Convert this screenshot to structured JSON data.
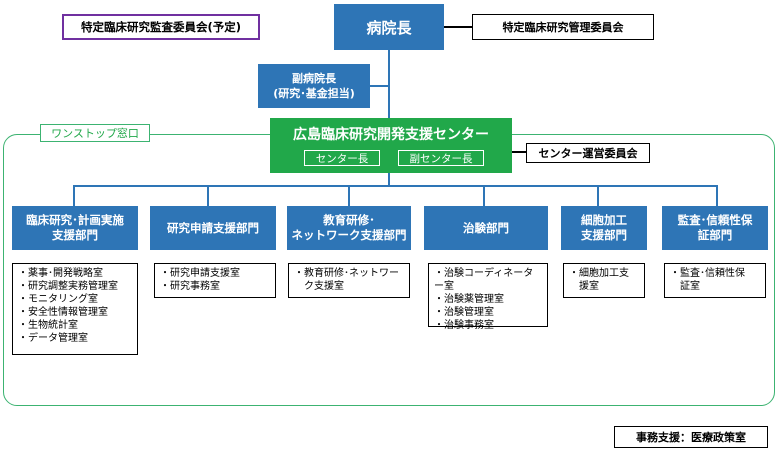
{
  "top": {
    "audit_committee": "特定臨床研究監査委員会(予定)",
    "hospital_director": "病院長",
    "management_committee": "特定臨床研究管理委員会",
    "vice_director_line1": "副病院長",
    "vice_director_line2": "(研究･基金担当)"
  },
  "center": {
    "one_stop_label": "ワンストップ窓口",
    "title": "広島臨床研究開発支援センター",
    "director": "センター長",
    "vice_director": "副センター長",
    "steering_committee": "センター運営委員会"
  },
  "departments": [
    {
      "line1": "臨床研究･計画実施",
      "line2": "支援部門",
      "items": [
        "・薬事･開発戦略室",
        "・研究調整実務管理室",
        "・モニタリング室",
        "・安全性情報管理室",
        "・生物統計室",
        "・データ管理室"
      ]
    },
    {
      "line1": "研究申請支援部門",
      "line2": "",
      "items": [
        "・研究申請支援室",
        "・研究事務室"
      ]
    },
    {
      "line1": "教育研修･",
      "line2": "ネットワーク支援部門",
      "items": [
        "・教育研修･ネットワー",
        "　ク支援室"
      ]
    },
    {
      "line1": "治験部門",
      "line2": "",
      "items": [
        "・治験コーディネーター室",
        "・治験薬管理室",
        "・治験管理室",
        "・治験事務室"
      ]
    },
    {
      "line1": "細胞加工",
      "line2": "支援部門",
      "items": [
        "・細胞加工支",
        "　援室"
      ]
    },
    {
      "line1": "監査･信頼性保",
      "line2": "証部門",
      "items": [
        "・監査･信頼性保",
        "　証室"
      ]
    }
  ],
  "footer": {
    "admin_support": "事務支援：医療政策室"
  },
  "colors": {
    "dept_blue": "#2e75b6",
    "center_green": "#21a84a",
    "one_stop_green": "#3cb371",
    "audit_purple": "#7030a0"
  }
}
